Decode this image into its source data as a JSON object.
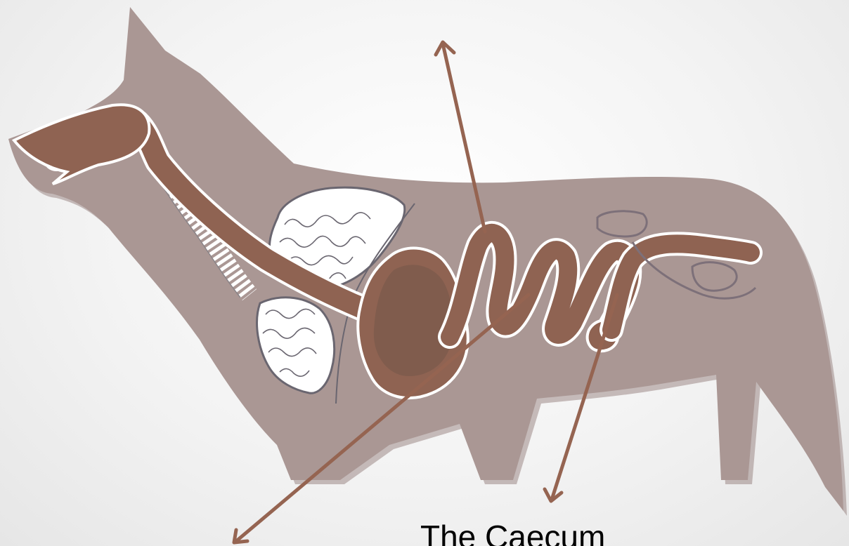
{
  "caption": "The Caecum",
  "colors": {
    "background": "#f2f2f2",
    "body_silhouette": "#aa9794",
    "body_shadow": "#9c8986",
    "digestive_tract": "#8f6352",
    "stomach_shade": "#7c5a4c",
    "organ_outline": "#ffffff",
    "lung_outline": "#6a6670",
    "pointer_arrow": "#956451"
  },
  "pointers": [
    {
      "name": "arrow-up-to-small-intestine"
    },
    {
      "name": "arrow-down-left-from-intestine"
    },
    {
      "name": "arrow-down-from-caecum"
    }
  ]
}
